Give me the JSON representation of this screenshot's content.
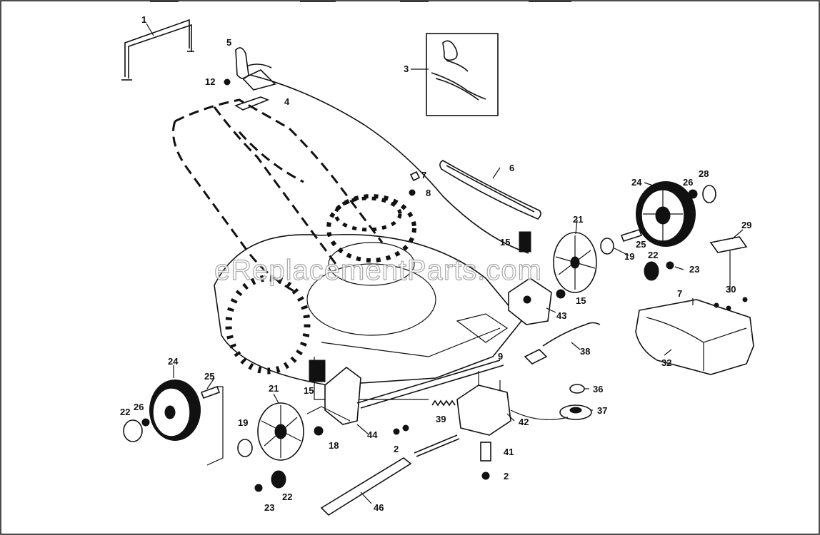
{
  "diagram": {
    "watermark": "eReplacementParts.com",
    "callouts": {
      "c1": "1",
      "c5": "5",
      "c12": "12",
      "c4": "4",
      "c3": "3",
      "c7a": "7",
      "c8": "8",
      "c6": "6",
      "c15a": "15",
      "c21a": "21",
      "c24a": "24",
      "c26a": "26",
      "c28": "28",
      "c25a": "25",
      "c19a": "19",
      "c22a": "22",
      "c23a": "23",
      "c29": "29",
      "c30": "30",
      "c7b": "7",
      "c15b": "15",
      "c43": "43",
      "c9": "9",
      "c38": "38",
      "c32": "32",
      "c24b": "24",
      "c25b": "25",
      "c26b": "26",
      "c22b": "22",
      "c21b": "21",
      "c15c": "15",
      "c19b": "19",
      "c18": "18",
      "c44": "44",
      "c2a": "2",
      "c39": "39",
      "c42": "42",
      "c36": "36",
      "c37": "37",
      "c41": "41",
      "c2b": "2",
      "c22c": "22",
      "c23b": "23",
      "c46": "46"
    }
  }
}
